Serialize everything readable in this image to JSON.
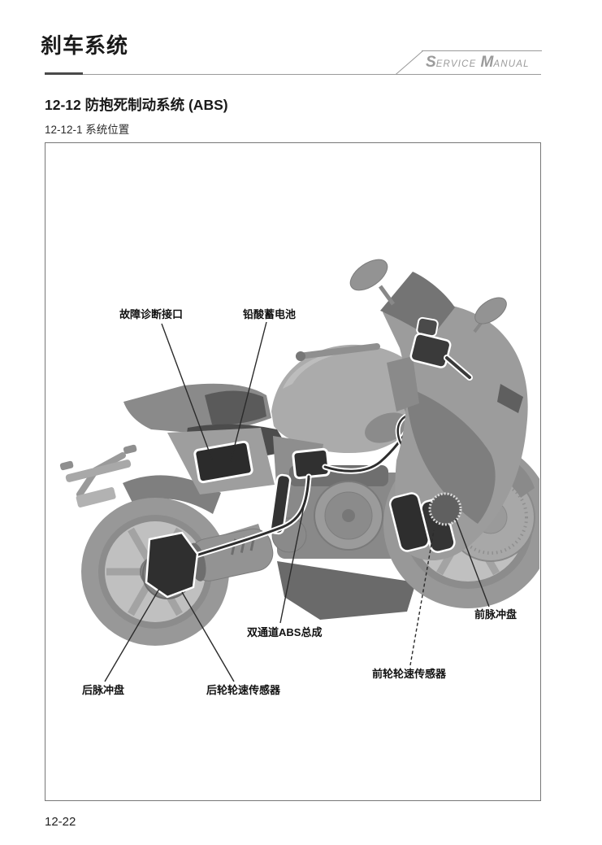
{
  "header": {
    "title": "刹车系统",
    "brand": {
      "word1_initial": "S",
      "word1_rest": "ERVICE",
      "word2_initial": "M",
      "word2_rest": "ANUAL"
    }
  },
  "section": {
    "heading": "12-12 防抱死制动系统 (ABS)",
    "subheading": "12-12-1 系统位置"
  },
  "figure": {
    "description": "防抱死制动系统部件位置图（摩托车右侧视图）",
    "labels": {
      "diagnostic_port": "故障诊断接口",
      "battery": "铅酸蓄电池",
      "abs_module": "双通道ABS总成",
      "front_pulse_disc": "前脉冲盘",
      "front_wheel_speed_sensor": "前轮轮速传感器",
      "rear_wheel_speed_sensor": "后轮轮速传感器",
      "rear_pulse_disc": "后脉冲盘"
    }
  },
  "footer": {
    "page_number": "12-22"
  },
  "colors": {
    "text": "#1a1a1a",
    "brand_gray": "#9b9b9b",
    "rule_gray": "#9a9a9a",
    "rule_dark": "#4a4a4a",
    "box_border": "#777777",
    "component_dark": "#2e2e2e",
    "highlight_outline": "#ffffff"
  }
}
